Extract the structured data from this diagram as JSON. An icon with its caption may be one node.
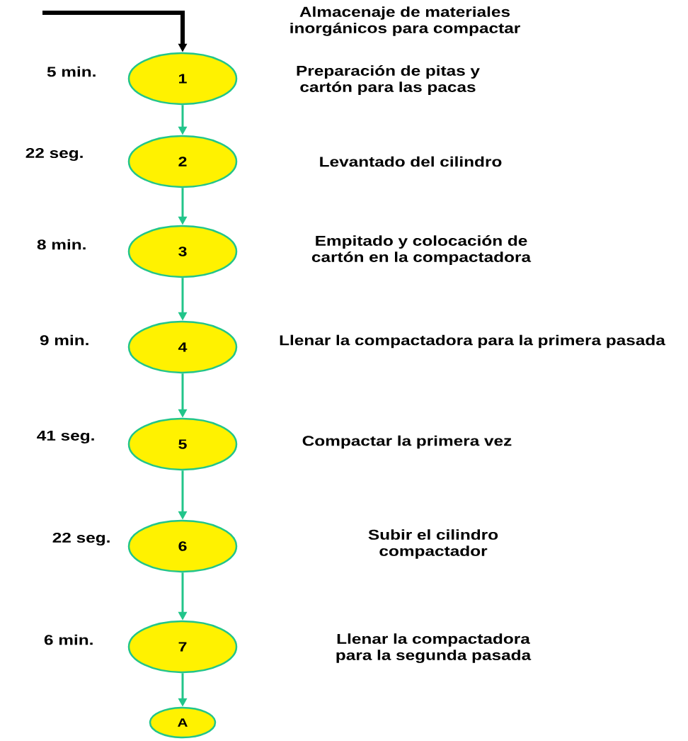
{
  "diagram": {
    "nodes": [
      {
        "text": [
          "1"
        ],
        "beside": [
          "5 min."
        ]
      },
      {
        "text": [
          "2"
        ],
        "beside": [
          "22 seg."
        ]
      },
      {
        "text": [
          "3"
        ],
        "beside": [
          "8 min."
        ]
      },
      {
        "text": [
          "4"
        ],
        "beside": [
          "9 min."
        ]
      },
      {
        "text": [
          "5"
        ],
        "beside": [
          "41 seg."
        ]
      },
      {
        "text": [
          "6"
        ],
        "beside": [
          "22 seg."
        ]
      },
      {
        "text": [
          "7"
        ],
        "beside": [
          "6 min."
        ]
      },
      {
        "text": [
          "A"
        ]
      }
    ],
    "edges": [
      {
        "from": null,
        "to": 0,
        "arrow": "to",
        "style": "thick",
        "color": "#000000"
      },
      {
        "from": 0,
        "to": 1,
        "arrow": "to"
      },
      {
        "from": 1,
        "to": 2,
        "arrow": "to"
      },
      {
        "from": 2,
        "to": 3,
        "arrow": "to"
      },
      {
        "from": 3,
        "to": 4,
        "arrow": "to"
      },
      {
        "from": 4,
        "to": 5,
        "arrow": "to"
      },
      {
        "from": 5,
        "to": 6,
        "arrow": "to"
      },
      {
        "from": 6,
        "to": 7,
        "arrow": "to"
      }
    ],
    "labels": [
      "Almacenaje de materiales inorgánicos para compactar",
      "Preparación de pitas y cartón para las pacas",
      "Levantado del cilindro",
      "Empitado y colocación de cartón en la compactadora",
      "Llenar la compactadora para la primera pasada",
      "Compactar la primera vez",
      "Subir el cilindro compactador",
      "Llenar la compactadora para la segunda pasada"
    ]
  }
}
